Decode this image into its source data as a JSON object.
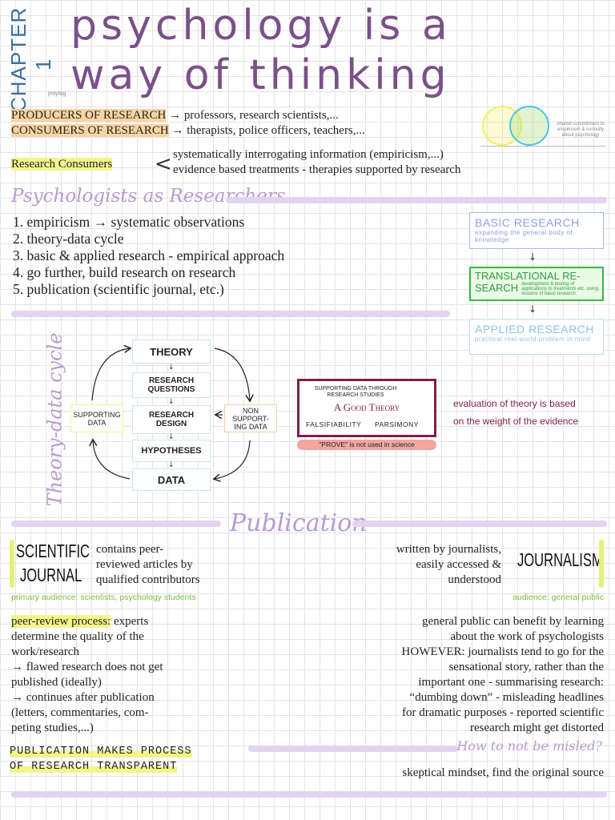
{
  "header": {
    "chapter": "CHAPTER 1",
    "author_tag": "jmtyfag",
    "title_line1": "psychology is a",
    "title_line2": "way of thinking"
  },
  "intro": {
    "producers_label": "PRODUCERS OF RESEARCH",
    "producers_text": "→ professors, research scientists,...",
    "consumers_label": "CONSUMERS OF RESEARCH",
    "consumers_text": "→ therapists, police officers, teachers,...",
    "venn_caption": "shared commitment to empiricism & curiosity about psychology",
    "research_consumers_label": "Research Consumers",
    "bracket": "<",
    "rc_line1": "systematically interrogating information (empiricism,...)",
    "rc_line2": "evidence based treatments - therapies supported by research"
  },
  "researchers": {
    "heading": "Psychologists as Researchers",
    "items": [
      "1. empiricism → systematic observations",
      "2. theory-data cycle",
      "3. basic & applied research - empirical approach",
      "4. go further, build research on research",
      "5. publication (scientific journal, etc.)"
    ]
  },
  "research_flow": {
    "basic_title": "BASIC RESEARCH",
    "basic_sub": "expanding the general body of knowledge",
    "translational_title_1": "TRANSLATIONAL RE-",
    "translational_title_2": "SEARCH",
    "translational_sub": "development & testing of applications to treatments etc. using lessons of basic research",
    "applied_title": "APPLIED RESEARCH",
    "applied_sub": "practical real-world problem in mind",
    "arrow": "↓"
  },
  "cycle": {
    "side_label": "Theory-data cycle",
    "theory": "THEORY",
    "questions": "RESEARCH QUESTIONS",
    "design": "RESEARCH DESIGN",
    "hypotheses": "HYPOTHESES",
    "data": "DATA",
    "supporting": "SUPPORTING DATA",
    "nonsupporting": "NON SUPPORT- ING DATA",
    "good_theory_top": "SUPPORTING DATA THROUGH RESEARCH STUDIES",
    "good_theory_title": "A Good Theory",
    "falsifiability": "FALSIFIABILITY",
    "parsimony": "PARSIMONY",
    "prove_note": "\"PROVE\" is not used in science",
    "evaluation_line1": "evaluation of theory is based",
    "evaluation_line2": "on the weight of the evidence"
  },
  "publication": {
    "heading": "Publication",
    "journal_title_1": "SCIENTIFIC",
    "journal_title_2": "JOURNAL",
    "journal_desc_1": "contains peer-",
    "journal_desc_2": "reviewed articles by",
    "journal_desc_3": "qualified contributors",
    "journal_audience": "primary audience: scientists, psychology students",
    "journalism_title": "JOURNALISM",
    "journalism_desc_1": "written by journalists,",
    "journalism_desc_2": "easily accessed &",
    "journalism_desc_3": "understood",
    "journalism_audience": "audience: general public",
    "peer_label": "peer-review process:",
    "peer_lines": [
      " experts",
      "determine the quality of the",
      "work/research",
      "→ flawed research does not get",
      "published (ideally)",
      "→ continues after publication",
      "(letters, commentaries, com-",
      "peting studies,...)"
    ],
    "public_lines": [
      "general public can benefit  by learning",
      "about the work of  psychologists",
      "HOWEVER: journalists tend to go for the",
      "sensational story, rather than the",
      "important one - summarising research:",
      "“dumbing down” - misleading headlines",
      "for dramatic purposes - reported scientific",
      "research might get distorted"
    ],
    "transparent_1": "PUBLICATION MAKES PROCESS",
    "transparent_2": "OF RESEARCH TRANSPARENT",
    "mislead_q": "How to not be misled?",
    "mislead_a": "skeptical mindset, find the original source"
  },
  "colors": {
    "title_purple": "#7b5089",
    "chapter_blue": "#3b6fa3",
    "highlight_orange": "#f9d4a3",
    "highlight_yellow": "#f2f58a",
    "basic_blue": "#8a9ee8",
    "translational_green": "#3ab54a",
    "applied_blue": "#9fcbee",
    "good_theory_maroon": "#7d1f4a"
  }
}
